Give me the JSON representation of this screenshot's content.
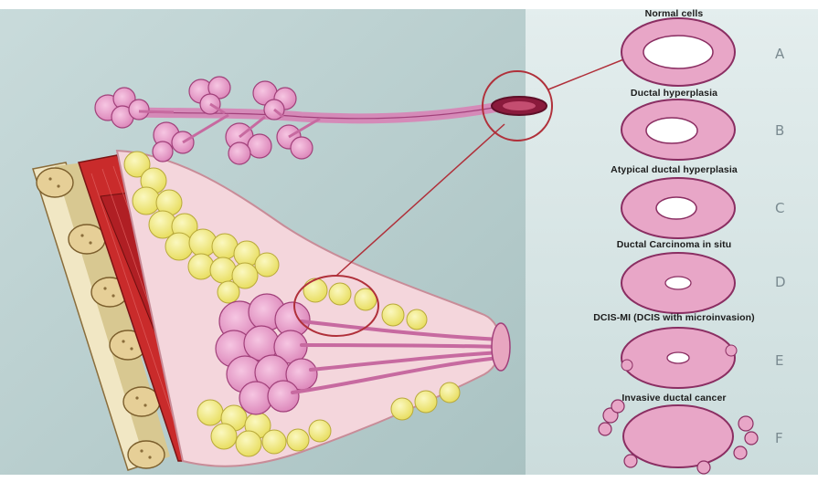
{
  "stages": [
    {
      "label": "Normal cells",
      "letter": "A"
    },
    {
      "label": "Ductal hyperplasia",
      "letter": "B"
    },
    {
      "label": "Atypical ductal hyperplasia",
      "letter": "C"
    },
    {
      "label": "Ductal Carcinoma in situ",
      "letter": "D"
    },
    {
      "label": "DCIS-MI (DCIS with microinvasion)",
      "letter": "E"
    },
    {
      "label": "Invasive ductal cancer",
      "letter": "F"
    }
  ],
  "colors": {
    "background_left": "#b9cfcf",
    "background_right": "#d9e6e6",
    "duct_pink": "#e39bc6",
    "duct_outline": "#a1407a",
    "fat_yellow": "#f3ee8a",
    "muscle_red": "#c92b2b",
    "rib_tan": "#e8d3a0",
    "pointer_line": "#b0303a"
  }
}
